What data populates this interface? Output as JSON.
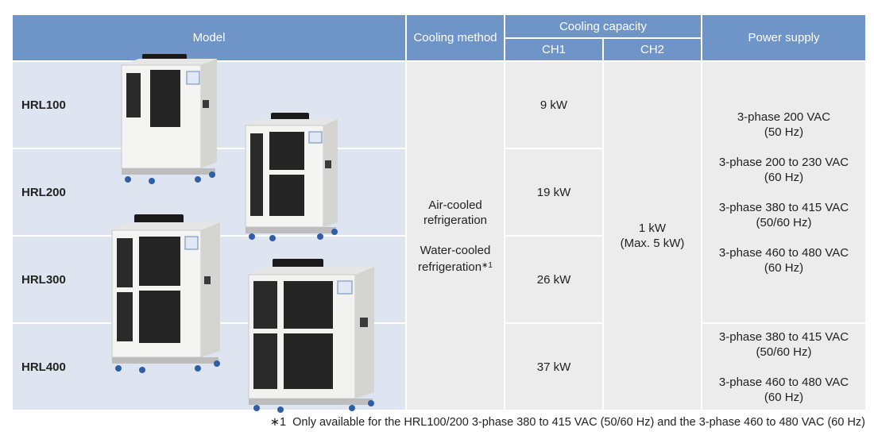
{
  "table": {
    "headers": {
      "model": "Model",
      "cooling_method": "Cooling method",
      "cooling_capacity": "Cooling capacity",
      "ch1": "CH1",
      "ch2": "CH2",
      "power_supply": "Power supply"
    },
    "rows": [
      {
        "model": "HRL100",
        "ch1": "9 kW"
      },
      {
        "model": "HRL200",
        "ch1": "19 kW"
      },
      {
        "model": "HRL300",
        "ch1": "26 kW"
      },
      {
        "model": "HRL400",
        "ch1": "37 kW"
      }
    ],
    "cooling_method": {
      "air_line1": "Air-cooled",
      "air_line2": "refrigeration",
      "water_line1": "Water-cooled",
      "water_line2": "refrigeration",
      "water_mark": "∗1"
    },
    "ch2": {
      "line1": "1 kW",
      "line2": "(Max. 5 kW)"
    },
    "power_supply_group1": [
      {
        "line1": "3-phase 200 VAC",
        "line2": "(50 Hz)"
      },
      {
        "line1": "3-phase 200 to 230 VAC",
        "line2": "(60 Hz)"
      },
      {
        "line1": "3-phase 380 to 415 VAC",
        "line2": "(50/60 Hz)"
      },
      {
        "line1": "3-phase 460 to 480 VAC",
        "line2": "(60 Hz)"
      }
    ],
    "power_supply_group2": [
      {
        "line1": "3-phase 380 to 415 VAC",
        "line2": "(50/60 Hz)"
      },
      {
        "line1": "3-phase 460 to 480 VAC",
        "line2": "(60 Hz)"
      }
    ]
  },
  "footnote": {
    "mark": "∗1",
    "text": "Only available for the HRL100/200 3-phase 380 to 415 VAC (50/60 Hz) and the 3-phase 460 to 480 VAC (60 Hz)"
  }
}
